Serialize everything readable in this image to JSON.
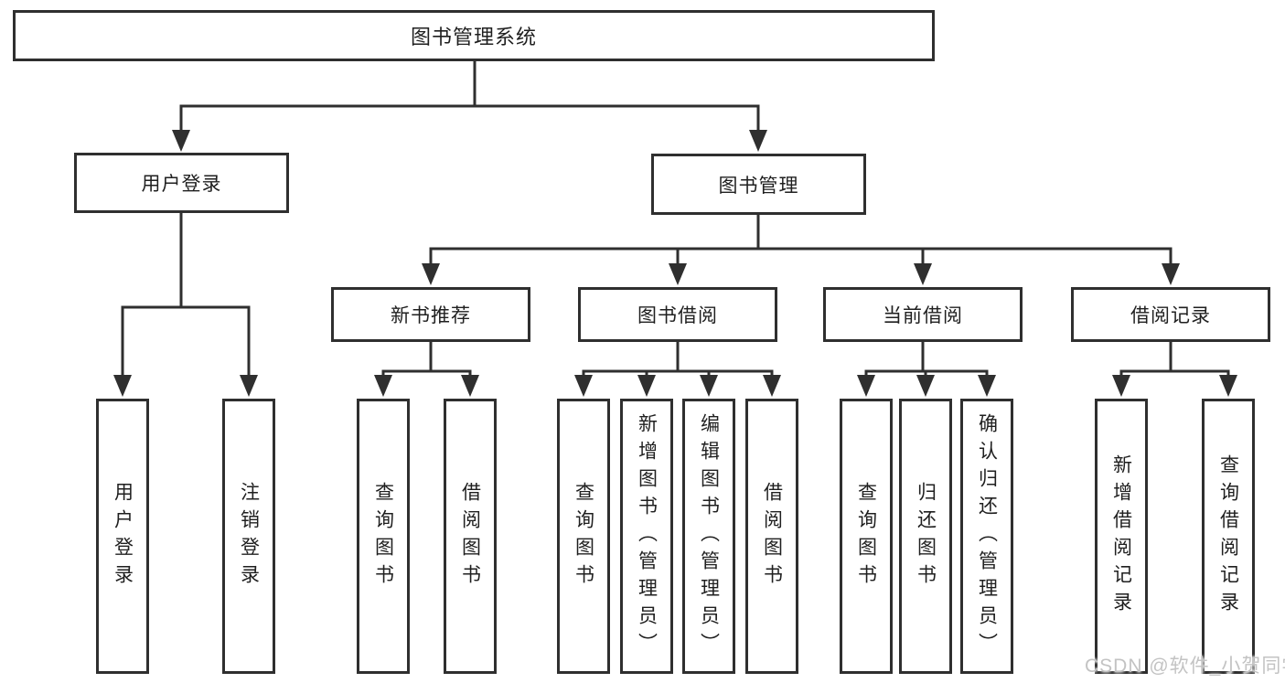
{
  "diagram": {
    "type": "hierarchy-tree",
    "colors": {
      "line": "#2f2f2f",
      "text": "#1f1f1f",
      "box_background": "#ffffff",
      "page_background": "#ffffff",
      "watermark": "#c3c3c3"
    },
    "hierarchy": {
      "root": {
        "label": "图书管理系统",
        "children": [
          {
            "label": "用户登录",
            "children": [
              {
                "label": "用户登录"
              },
              {
                "label": "注销登录"
              }
            ]
          },
          {
            "label": "图书管理",
            "children": [
              {
                "label": "新书推荐",
                "children": [
                  {
                    "label": "查询图书"
                  },
                  {
                    "label": "借阅图书"
                  }
                ]
              },
              {
                "label": "图书借阅",
                "children": [
                  {
                    "label": "查询图书"
                  },
                  {
                    "label": "新增图书（管理员）"
                  },
                  {
                    "label": "编辑图书（管理员）"
                  },
                  {
                    "label": "借阅图书"
                  }
                ]
              },
              {
                "label": "当前借阅",
                "children": [
                  {
                    "label": "查询图书"
                  },
                  {
                    "label": "归还图书"
                  },
                  {
                    "label": "确认归还（管理员）"
                  }
                ]
              },
              {
                "label": "借阅记录",
                "children": [
                  {
                    "label": "新增借阅记录"
                  },
                  {
                    "label": "查询借阅记录"
                  }
                ]
              }
            ]
          }
        ]
      }
    }
  },
  "watermark": {
    "text": "CSDN @软件_小贺同学"
  }
}
